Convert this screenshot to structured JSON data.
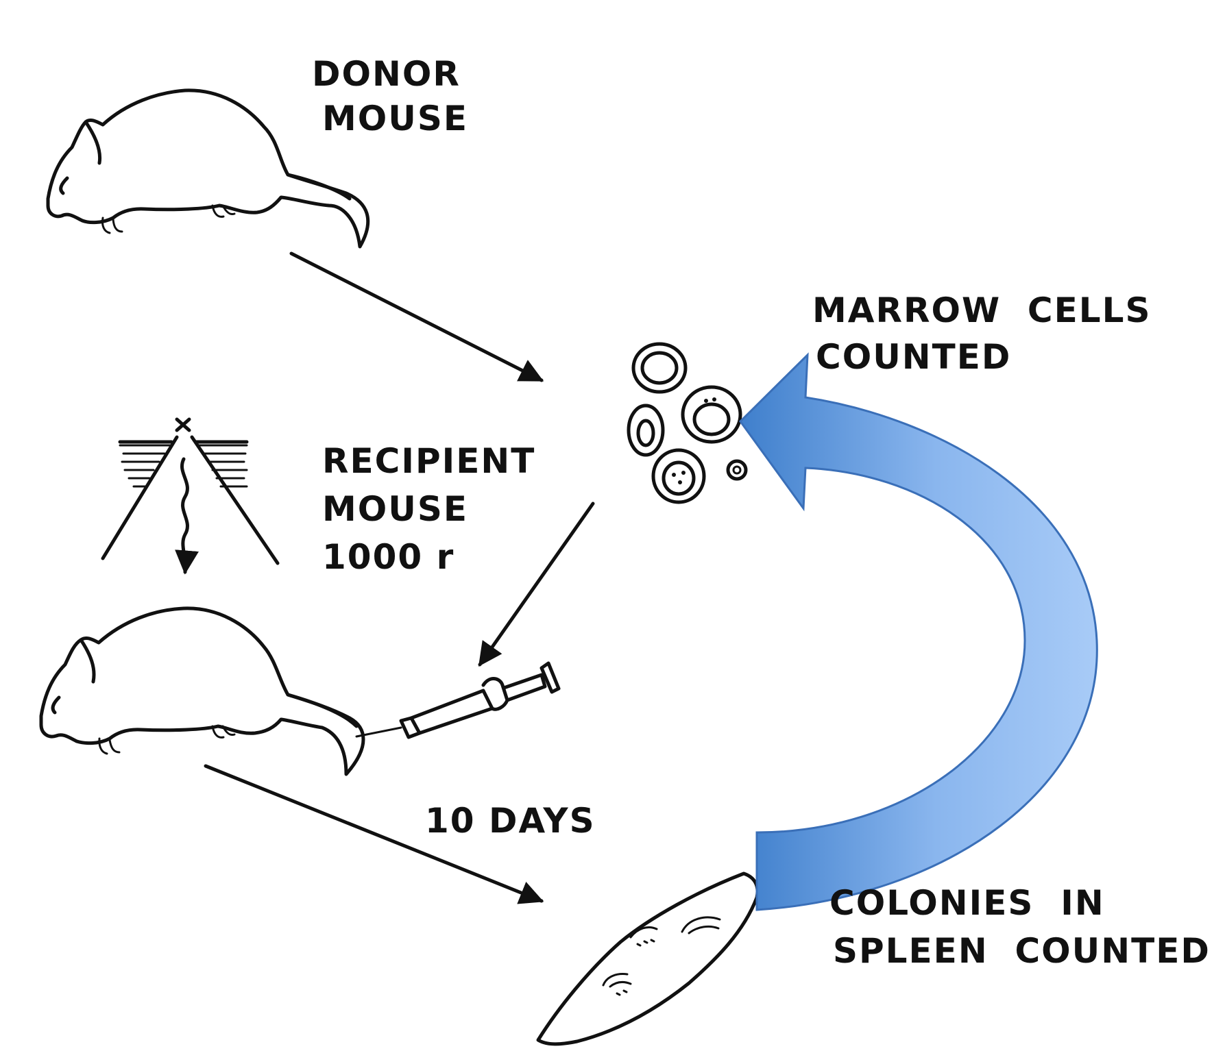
{
  "labels": {
    "donor": [
      "DONOR",
      "MOUSE"
    ],
    "recipient": [
      "RECIPIENT",
      "MOUSE",
      "1000 r"
    ],
    "marrow": [
      "MARROW  CELLS",
      "COUNTED"
    ],
    "days": "10 DAYS",
    "colonies": [
      "COLONIES  IN",
      "SPLEEN  COUNTED"
    ]
  },
  "icons": {
    "donor_mouse": "mouse-icon",
    "recipient_mouse": "mouse-icon",
    "radiation_source": "radiation-icon",
    "syringe": "syringe-icon",
    "marrow_cells": "cells-icon",
    "spleen": "spleen-icon"
  },
  "colors": {
    "ink": "#111111",
    "big_arrow_light": "#9cc3f5",
    "big_arrow_dark": "#3f7fcc",
    "big_arrow_stroke": "#3a6fb8"
  }
}
